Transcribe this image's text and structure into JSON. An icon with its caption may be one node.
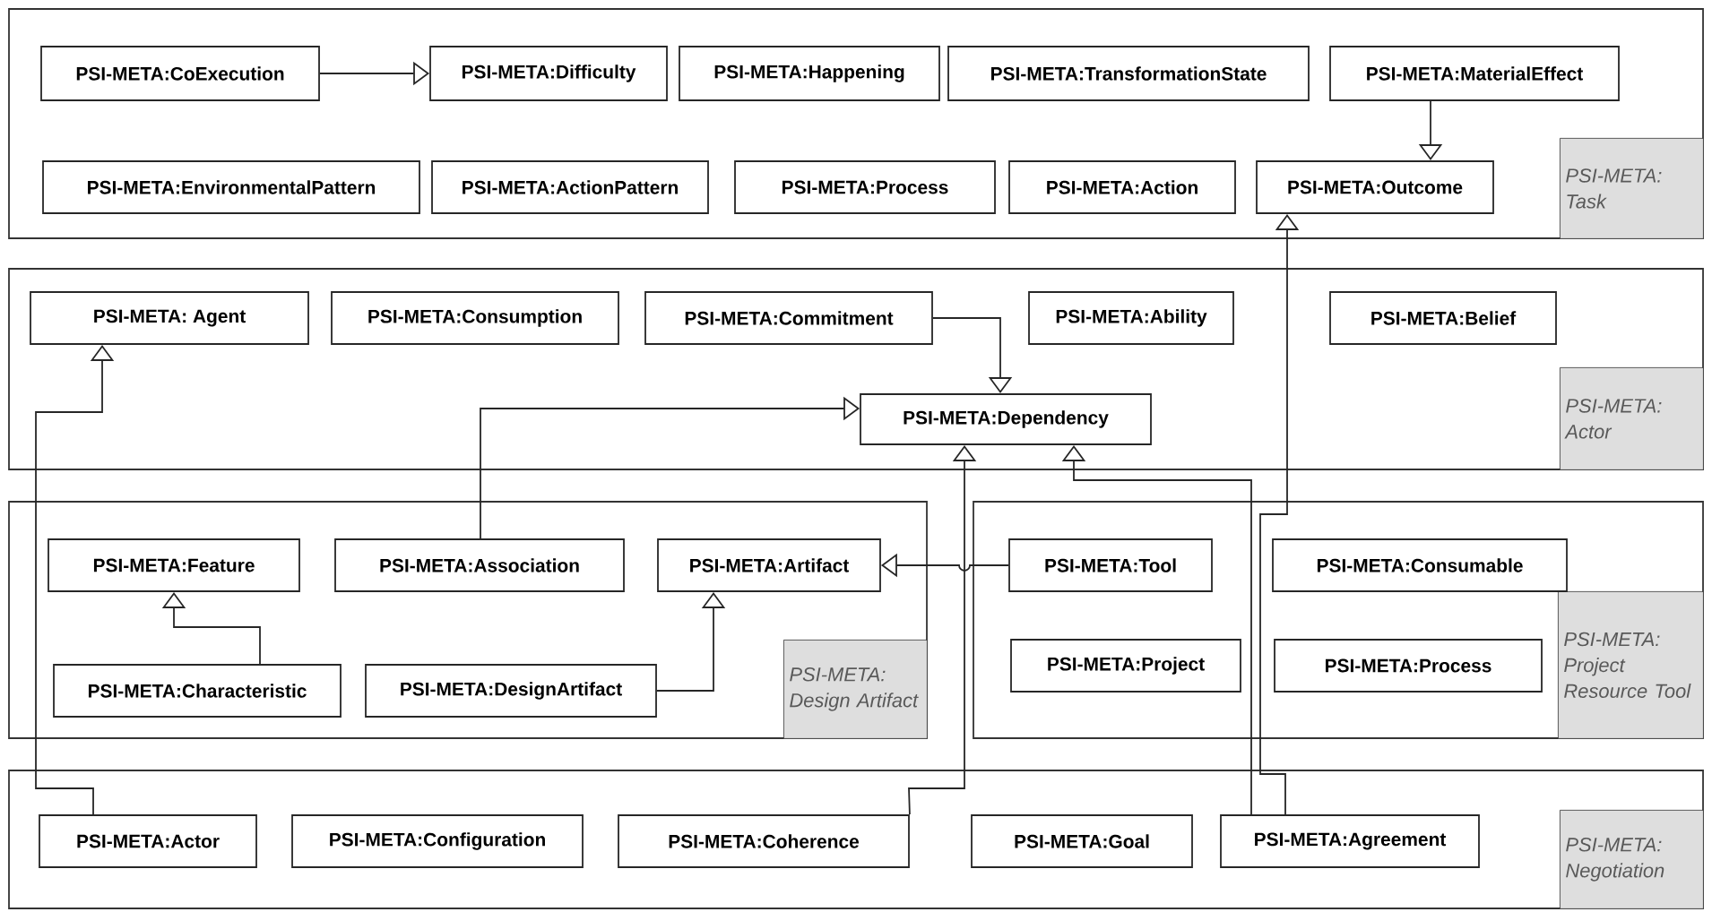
{
  "diagram": {
    "nodes": [
      {
        "text": [
          "PSI-META: Task"
        ]
      },
      {
        "text": [
          "PSI-META:CoExecution"
        ],
        "in": 0
      },
      {
        "text": [
          "PSI-META:Difficulty"
        ],
        "in": 0
      },
      {
        "text": [
          "PSI-META:Happening"
        ],
        "in": 0
      },
      {
        "text": [
          "PSI-META:TransformationState"
        ],
        "in": 0
      },
      {
        "text": [
          "PSI-META:MaterialEffect"
        ],
        "in": 0
      },
      {
        "text": [
          "PSI-META:EnvironmentalPattern"
        ],
        "in": 0
      },
      {
        "text": [
          "PSI-META:ActionPattern"
        ],
        "in": 0
      },
      {
        "text": [
          "PSI-META:Process"
        ],
        "in": 0
      },
      {
        "text": [
          "PSI-META:Action"
        ],
        "in": 0
      },
      {
        "text": [
          "PSI-META:Outcome"
        ],
        "in": 0
      },
      {
        "text": [
          "PSI-META: Actor"
        ]
      },
      {
        "text": [
          "PSI-META: Agent"
        ],
        "in": 11
      },
      {
        "text": [
          "PSI-META:Consumption"
        ],
        "in": 11
      },
      {
        "text": [
          "PSI-META:Commitment"
        ],
        "in": 11
      },
      {
        "text": [
          "PSI-META:Ability"
        ],
        "in": 11
      },
      {
        "text": [
          "PSI-META:Belief"
        ],
        "in": 11
      },
      {
        "text": [
          "PSI-META:Dependency"
        ],
        "in": 11
      },
      {
        "text": [
          "PSI-META: Design Artifact"
        ]
      },
      {
        "text": [
          "PSI-META:Feature"
        ],
        "in": 18
      },
      {
        "text": [
          "PSI-META:Association"
        ],
        "in": 18
      },
      {
        "text": [
          "PSI-META:Artifact"
        ],
        "in": 18
      },
      {
        "text": [
          "PSI-META:Characteristic"
        ],
        "in": 18
      },
      {
        "text": [
          "PSI-META:DesignArtifact"
        ],
        "in": 18
      },
      {
        "text": [
          "PSI-META: Project Resource Tool"
        ]
      },
      {
        "text": [
          "PSI-META:Tool"
        ],
        "in": 24
      },
      {
        "text": [
          "PSI-META:Consumable"
        ],
        "in": 24
      },
      {
        "text": [
          "PSI-META:Project"
        ],
        "in": 24
      },
      {
        "text": [
          "PSI-META:Process"
        ],
        "in": 24
      },
      {
        "text": [
          "PSI-META: Negotiation"
        ]
      },
      {
        "text": [
          "PSI-META:Actor"
        ],
        "in": 29
      },
      {
        "text": [
          "PSI-META:Configuration"
        ],
        "in": 29
      },
      {
        "text": [
          "PSI-META:Coherence"
        ],
        "in": 29
      },
      {
        "text": [
          "PSI-META:Goal"
        ],
        "in": 29
      },
      {
        "text": [
          "PSI-META:Agreement"
        ],
        "in": 29
      }
    ],
    "edges": [
      {
        "from": 1,
        "to": 2,
        "arrow": "to"
      },
      {
        "from": 5,
        "to": 10,
        "arrow": "to"
      },
      {
        "from": 14,
        "to": 17,
        "arrow": "to"
      },
      {
        "from": 20,
        "to": 17,
        "arrow": "to"
      },
      {
        "from": 22,
        "to": 19,
        "arrow": "to"
      },
      {
        "from": 23,
        "to": 21,
        "arrow": "to"
      },
      {
        "from": 25,
        "to": 21,
        "arrow": "to"
      },
      {
        "from": 30,
        "to": 12,
        "arrow": "to"
      },
      {
        "from": 32,
        "to": 17,
        "arrow": "to"
      },
      {
        "from": 34,
        "to": 17,
        "arrow": "to"
      },
      {
        "from": 34,
        "to": 10,
        "arrow": "to"
      }
    ]
  }
}
